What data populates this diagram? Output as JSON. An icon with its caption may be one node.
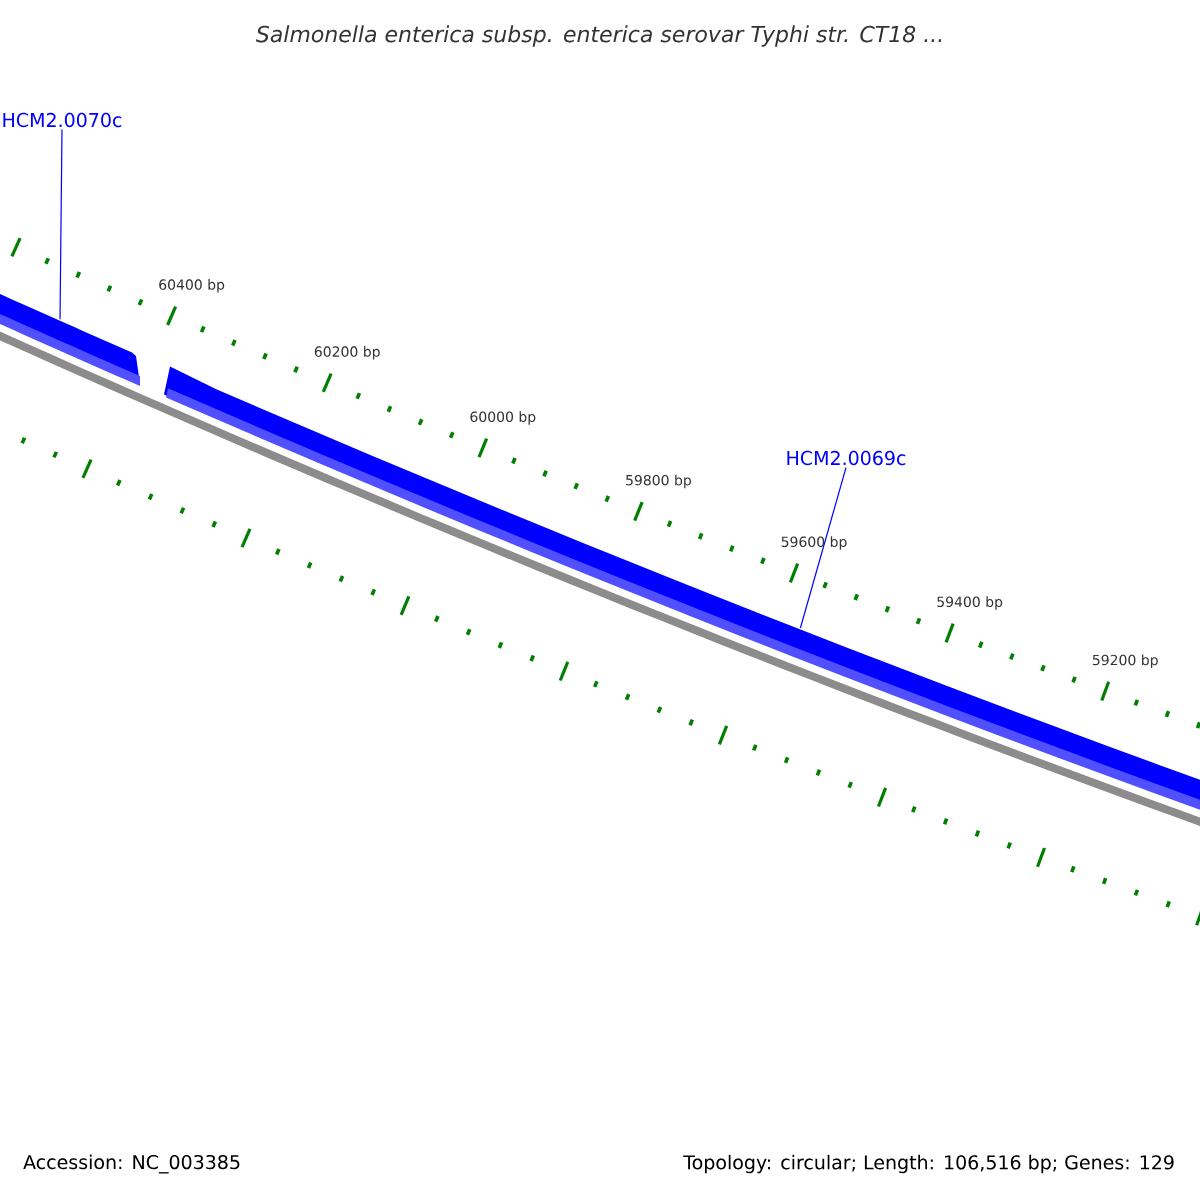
{
  "diagram": {
    "title": "Salmonella enterica subsp. enterica serovar Typhi str. CT18 ...",
    "nodes": [
      {
        "text": [
          "HCM2.0070c"
        ]
      },
      {
        "text": [
          "HCM2.0069c"
        ]
      },
      {
        "text": [],
        "shape": "bar"
      },
      {
        "text": [],
        "shape": "bar"
      }
    ],
    "edges": [
      {
        "from": 0,
        "to": 2,
        "arrow": "none"
      },
      {
        "from": 1,
        "to": 3,
        "arrow": "none"
      }
    ],
    "labels": [
      "60400 bp",
      "60200 bp",
      "60000 bp",
      "59800 bp",
      "59600 bp",
      "59400 bp",
      "59200 bp",
      "Accession: NC_003385",
      "Topology: circular; Length: 106,516 bp; Genes: 129"
    ]
  }
}
